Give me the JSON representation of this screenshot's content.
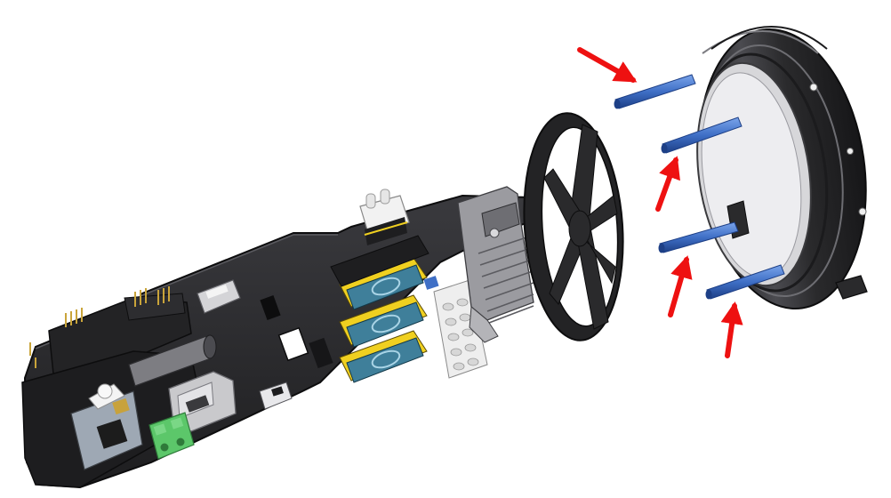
{
  "scene": {
    "subject": "exploded-assembly",
    "colors": {
      "background": "#ffffff",
      "board": "#2a2a2c",
      "board_edge": "#0d0d0e",
      "board_highlight": "#4a4a4e",
      "ring": "#3a3a3d",
      "ring_dark": "#1b1b1d",
      "ring_light": "#6d6d72",
      "standoff": "#3f6fc6",
      "standoff_dark": "#1d3f86",
      "arrow": "#ee1111",
      "module_blue": "#3f7f9a",
      "module_yellow": "#f0d020",
      "terminal_green": "#5cc76a",
      "connector_white": "#f2f2f2",
      "connector_grey": "#bdbdbd",
      "pin_gold": "#c9a43a"
    },
    "arrows": [
      {
        "name": "arrow-top",
        "points_to": "standoff-top"
      },
      {
        "name": "arrow-upper-mid",
        "points_to": "standoff-upper-mid"
      },
      {
        "name": "arrow-lower-mid",
        "points_to": "standoff-lower-mid"
      },
      {
        "name": "arrow-bottom",
        "points_to": "standoff-bottom"
      }
    ]
  }
}
